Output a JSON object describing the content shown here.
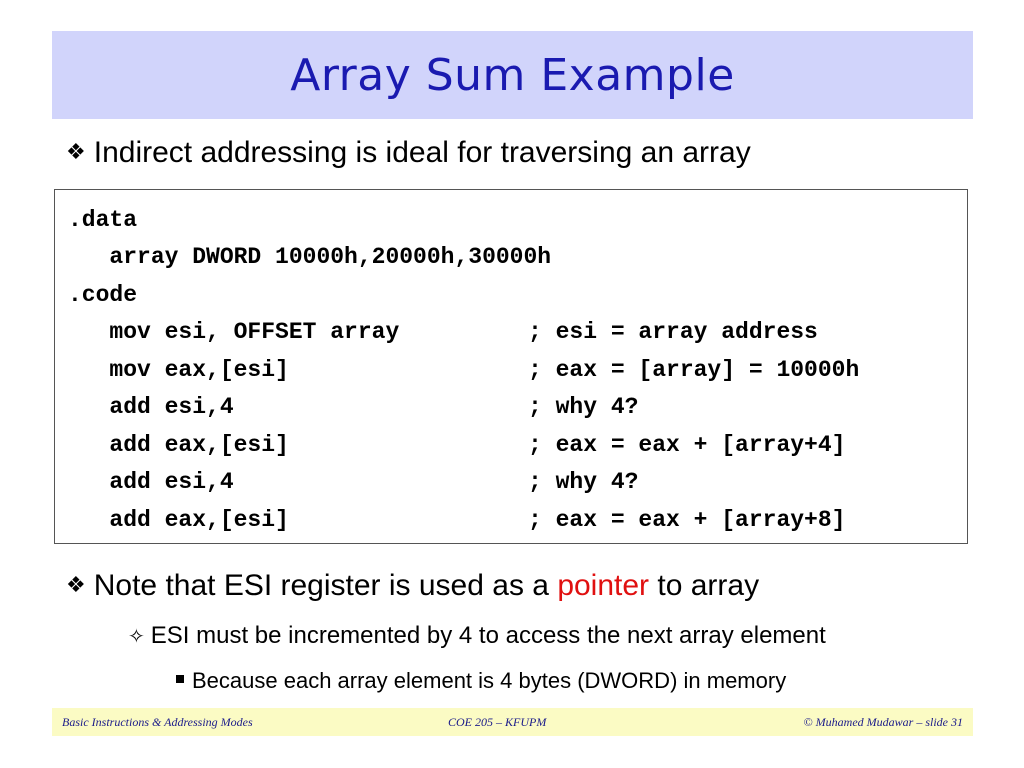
{
  "title": "Array Sum Example",
  "bullet1": {
    "icon": "diamond-bullet-icon",
    "text": "Indirect addressing is ideal for traversing an array"
  },
  "code": {
    "lines": [
      {
        "code": ".data",
        "comment": ""
      },
      {
        "code": "   array DWORD 10000h,20000h,30000h",
        "comment": ""
      },
      {
        "code": ".code",
        "comment": ""
      },
      {
        "code": "   mov esi, OFFSET array",
        "comment": "; esi = array address"
      },
      {
        "code": "   mov eax,[esi]",
        "comment": "; eax = [array] = 10000h"
      },
      {
        "code": "   add esi,4",
        "comment": "; why 4?"
      },
      {
        "code": "   add eax,[esi]",
        "comment": "; eax = eax + [array+4]"
      },
      {
        "code": "   add esi,4",
        "comment": "; why 4?"
      },
      {
        "code": "   add eax,[esi]",
        "comment": "; eax = eax + [array+8]"
      }
    ]
  },
  "bullet2": {
    "icon": "diamond-bullet-icon",
    "before": "Note that ESI register is used as a ",
    "highlight": "pointer",
    "after": " to array"
  },
  "sub_bullet1": {
    "icon": "star-bullet-icon",
    "text": "ESI must be incremented by 4 to access the next array element"
  },
  "sub_bullet2": {
    "icon": "square-bullet-icon",
    "text": "Because each array element is 4 bytes (DWORD) in memory"
  },
  "footer": {
    "left": "Basic Instructions & Addressing Modes",
    "center": "COE 205 – KFUPM",
    "right": "© Muhamed Mudawar – slide 31"
  },
  "colors": {
    "title_bg": "#d1d4fb",
    "title_text": "#1a1ab0",
    "highlight": "#e01010",
    "footer_bg": "#fbfbc4",
    "footer_text": "#1a1a8a"
  }
}
